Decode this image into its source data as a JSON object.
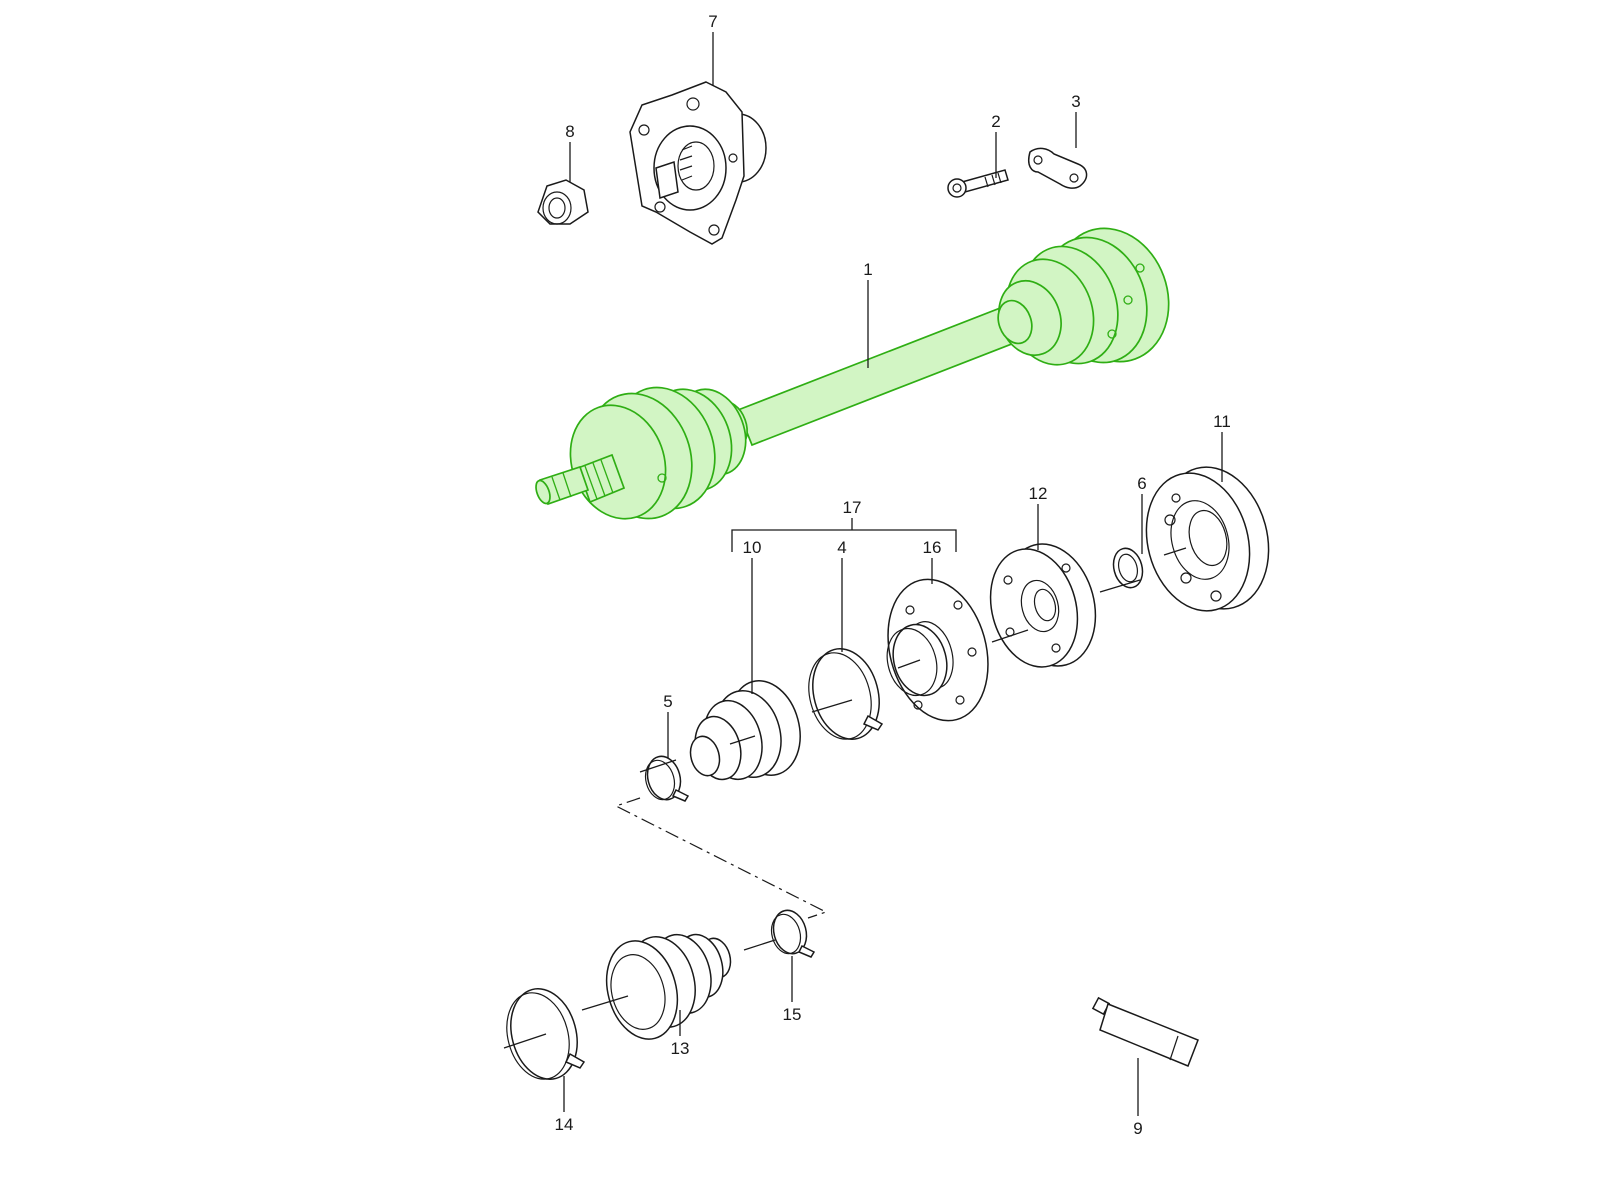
{
  "colors": {
    "highlight_stroke": "#2fae14",
    "highlight_fill": "#d2f5c4",
    "line": "#1a1a1a",
    "background": "#ffffff"
  },
  "callouts": {
    "p1": "1",
    "p2": "2",
    "p3": "3",
    "p4": "4",
    "p5": "5",
    "p6": "6",
    "p7": "7",
    "p8": "8",
    "p9": "9",
    "p10": "10",
    "p11": "11",
    "p12": "12",
    "p13": "13",
    "p14": "14",
    "p15": "15",
    "p16": "16",
    "p17": "17"
  }
}
